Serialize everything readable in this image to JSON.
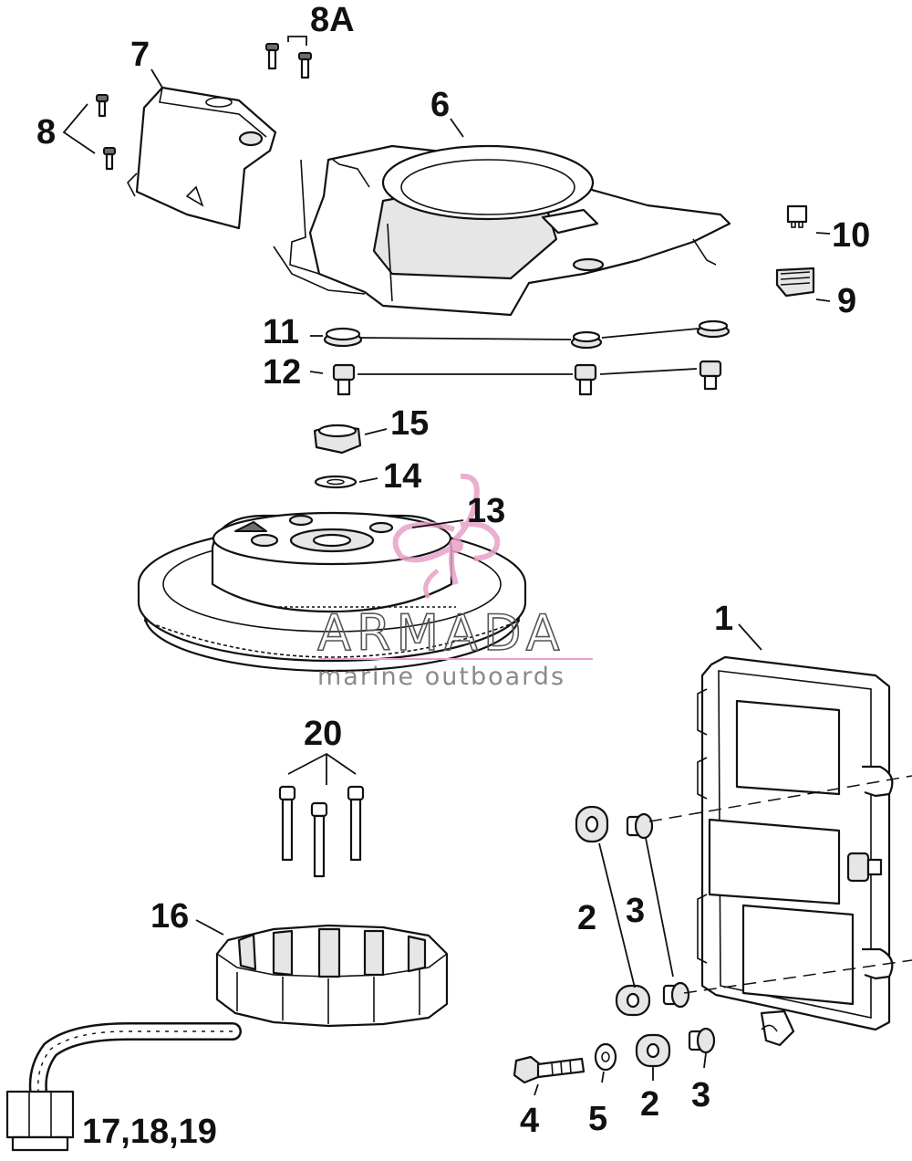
{
  "diagram": {
    "callouts": [
      {
        "id": "c1",
        "label": "1"
      },
      {
        "id": "c2a",
        "label": "2"
      },
      {
        "id": "c2b",
        "label": "2"
      },
      {
        "id": "c3a",
        "label": "3"
      },
      {
        "id": "c3b",
        "label": "3"
      },
      {
        "id": "c4",
        "label": "4"
      },
      {
        "id": "c5",
        "label": "5"
      },
      {
        "id": "c6",
        "label": "6"
      },
      {
        "id": "c7",
        "label": "7"
      },
      {
        "id": "c8",
        "label": "8"
      },
      {
        "id": "c8a",
        "label": "8A"
      },
      {
        "id": "c9",
        "label": "9"
      },
      {
        "id": "c10",
        "label": "10"
      },
      {
        "id": "c11",
        "label": "11"
      },
      {
        "id": "c12",
        "label": "12"
      },
      {
        "id": "c13",
        "label": "13"
      },
      {
        "id": "c14",
        "label": "14"
      },
      {
        "id": "c15",
        "label": "15"
      },
      {
        "id": "c16",
        "label": "16"
      },
      {
        "id": "c17",
        "label": "17,18,19"
      },
      {
        "id": "c20",
        "label": "20"
      }
    ]
  },
  "watermark": {
    "brand": "ARMADA",
    "tagline": "marine outboards",
    "accent_color": "#e8a0c8"
  }
}
